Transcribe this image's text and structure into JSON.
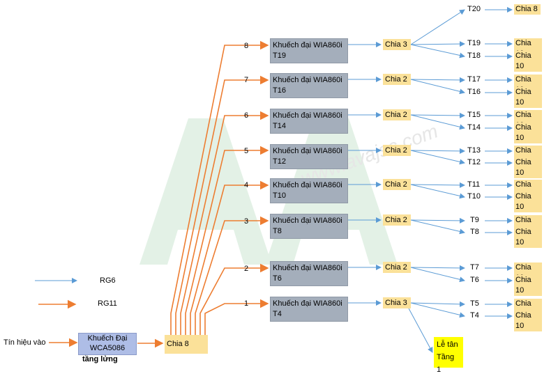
{
  "watermark": {
    "text": "www.avajsc.com"
  },
  "legend": {
    "rg6": "RG6",
    "rg11": "RG11"
  },
  "input": {
    "label": "Tín hiệu vào"
  },
  "main_amp": {
    "line1": "Khuếch Đại",
    "line2": "WCA5086",
    "floor": "tầng lửng"
  },
  "main_split": {
    "label": "Chia 8"
  },
  "branches": [
    {
      "num": "8",
      "amp": "Khuếch đại WIA860i",
      "floor": "T19",
      "split": "Chia 3"
    },
    {
      "num": "7",
      "amp": "Khuếch đại WIA860i",
      "floor": "T16",
      "split": "Chia 2"
    },
    {
      "num": "6",
      "amp": "Khuếch đại WIA860i",
      "floor": "T14",
      "split": "Chia 2"
    },
    {
      "num": "5",
      "amp": "Khuếch đại WIA860i",
      "floor": "T12",
      "split": "Chia 2"
    },
    {
      "num": "4",
      "amp": "Khuếch đại WIA860i",
      "floor": "T10",
      "split": "Chia 2"
    },
    {
      "num": "3",
      "amp": "Khuếch đại WIA860i",
      "floor": "T8",
      "split": "Chia 2"
    },
    {
      "num": "2",
      "amp": "Khuếch đại WIA860i",
      "floor": "T6",
      "split": "Chia 2"
    },
    {
      "num": "1",
      "amp": "Khuếch đại WIA860i",
      "floor": "T4",
      "split": "Chia 3"
    }
  ],
  "outputs": [
    {
      "floor": "T20",
      "split": "Chia 8"
    },
    {
      "floor": "T19",
      "split": "Chia 10"
    },
    {
      "floor": "T18",
      "split": "Chia 10"
    },
    {
      "floor": "T17",
      "split": "Chia 10"
    },
    {
      "floor": "T16",
      "split": "Chia 10"
    },
    {
      "floor": "T15",
      "split": "Chia 10"
    },
    {
      "floor": "T14",
      "split": "Chia 10"
    },
    {
      "floor": "T13",
      "split": "Chia 10"
    },
    {
      "floor": "T12",
      "split": "Chia 10"
    },
    {
      "floor": "T11",
      "split": "Chia 10"
    },
    {
      "floor": "T10",
      "split": "Chia 10"
    },
    {
      "floor": "T9",
      "split": "Chia 10"
    },
    {
      "floor": "T8",
      "split": "Chia 10"
    },
    {
      "floor": "T7",
      "split": "Chia 10"
    },
    {
      "floor": "T6",
      "split": "Chia 10"
    },
    {
      "floor": "T5",
      "split": "Chia 10"
    },
    {
      "floor": "T4",
      "split": "Chia 10"
    }
  ],
  "reception": {
    "line1": "Lễ tân",
    "line2": "Tầng 1"
  },
  "colors": {
    "rg6": "#5b9bd5",
    "rg11": "#ed7d31",
    "amp": "#a4aebb",
    "splitter": "#fbe199",
    "reception": "#ffff00"
  }
}
